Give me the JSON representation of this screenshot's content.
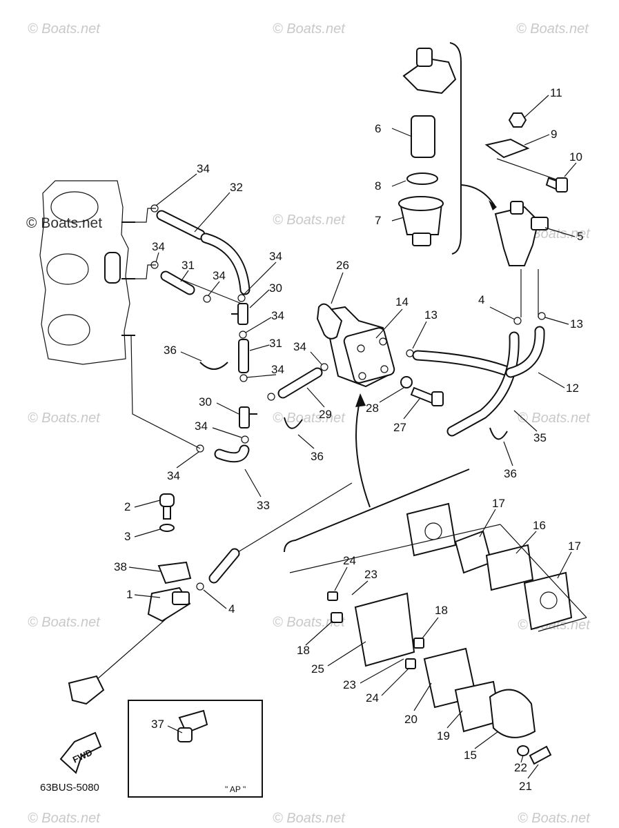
{
  "watermark": "© Boats.net",
  "diagram_code": "63BUS-5080",
  "fwd_label": "FWD",
  "ap_label": "\" AP \"",
  "part_labels": [
    {
      "id": "l34a",
      "text": "34"
    },
    {
      "id": "l32",
      "text": "32"
    },
    {
      "id": "l34b",
      "text": "34"
    },
    {
      "id": "l31a",
      "text": "31"
    },
    {
      "id": "l34c",
      "text": "34"
    },
    {
      "id": "l34d",
      "text": "34"
    },
    {
      "id": "l30a",
      "text": "30"
    },
    {
      "id": "l34e",
      "text": "34"
    },
    {
      "id": "l31b",
      "text": "31"
    },
    {
      "id": "l36a",
      "text": "36"
    },
    {
      "id": "l34f",
      "text": "34"
    },
    {
      "id": "l30b",
      "text": "30"
    },
    {
      "id": "l34g",
      "text": "34"
    },
    {
      "id": "l34h",
      "text": "34"
    },
    {
      "id": "l33",
      "text": "33"
    },
    {
      "id": "l26",
      "text": "26"
    },
    {
      "id": "l14",
      "text": "14"
    },
    {
      "id": "l13a",
      "text": "13"
    },
    {
      "id": "l34i",
      "text": "34"
    },
    {
      "id": "l29",
      "text": "29"
    },
    {
      "id": "l28",
      "text": "28"
    },
    {
      "id": "l27",
      "text": "27"
    },
    {
      "id": "l36b",
      "text": "36"
    },
    {
      "id": "l6",
      "text": "6"
    },
    {
      "id": "l8",
      "text": "8"
    },
    {
      "id": "l7",
      "text": "7"
    },
    {
      "id": "l11",
      "text": "11"
    },
    {
      "id": "l9",
      "text": "9"
    },
    {
      "id": "l10",
      "text": "10"
    },
    {
      "id": "l5",
      "text": "5"
    },
    {
      "id": "l4a",
      "text": "4"
    },
    {
      "id": "l13b",
      "text": "13"
    },
    {
      "id": "l12",
      "text": "12"
    },
    {
      "id": "l35",
      "text": "35"
    },
    {
      "id": "l36c",
      "text": "36"
    },
    {
      "id": "l2",
      "text": "2"
    },
    {
      "id": "l3",
      "text": "3"
    },
    {
      "id": "l38",
      "text": "38"
    },
    {
      "id": "l1",
      "text": "1"
    },
    {
      "id": "l4b",
      "text": "4"
    },
    {
      "id": "l17a",
      "text": "17"
    },
    {
      "id": "l16",
      "text": "16"
    },
    {
      "id": "l17b",
      "text": "17"
    },
    {
      "id": "l24a",
      "text": "24"
    },
    {
      "id": "l23a",
      "text": "23"
    },
    {
      "id": "l18a",
      "text": "18"
    },
    {
      "id": "l18b",
      "text": "18"
    },
    {
      "id": "l25",
      "text": "25"
    },
    {
      "id": "l23b",
      "text": "23"
    },
    {
      "id": "l24b",
      "text": "24"
    },
    {
      "id": "l20",
      "text": "20"
    },
    {
      "id": "l19",
      "text": "19"
    },
    {
      "id": "l15",
      "text": "15"
    },
    {
      "id": "l22",
      "text": "22"
    },
    {
      "id": "l21",
      "text": "21"
    },
    {
      "id": "l37",
      "text": "37"
    }
  ]
}
